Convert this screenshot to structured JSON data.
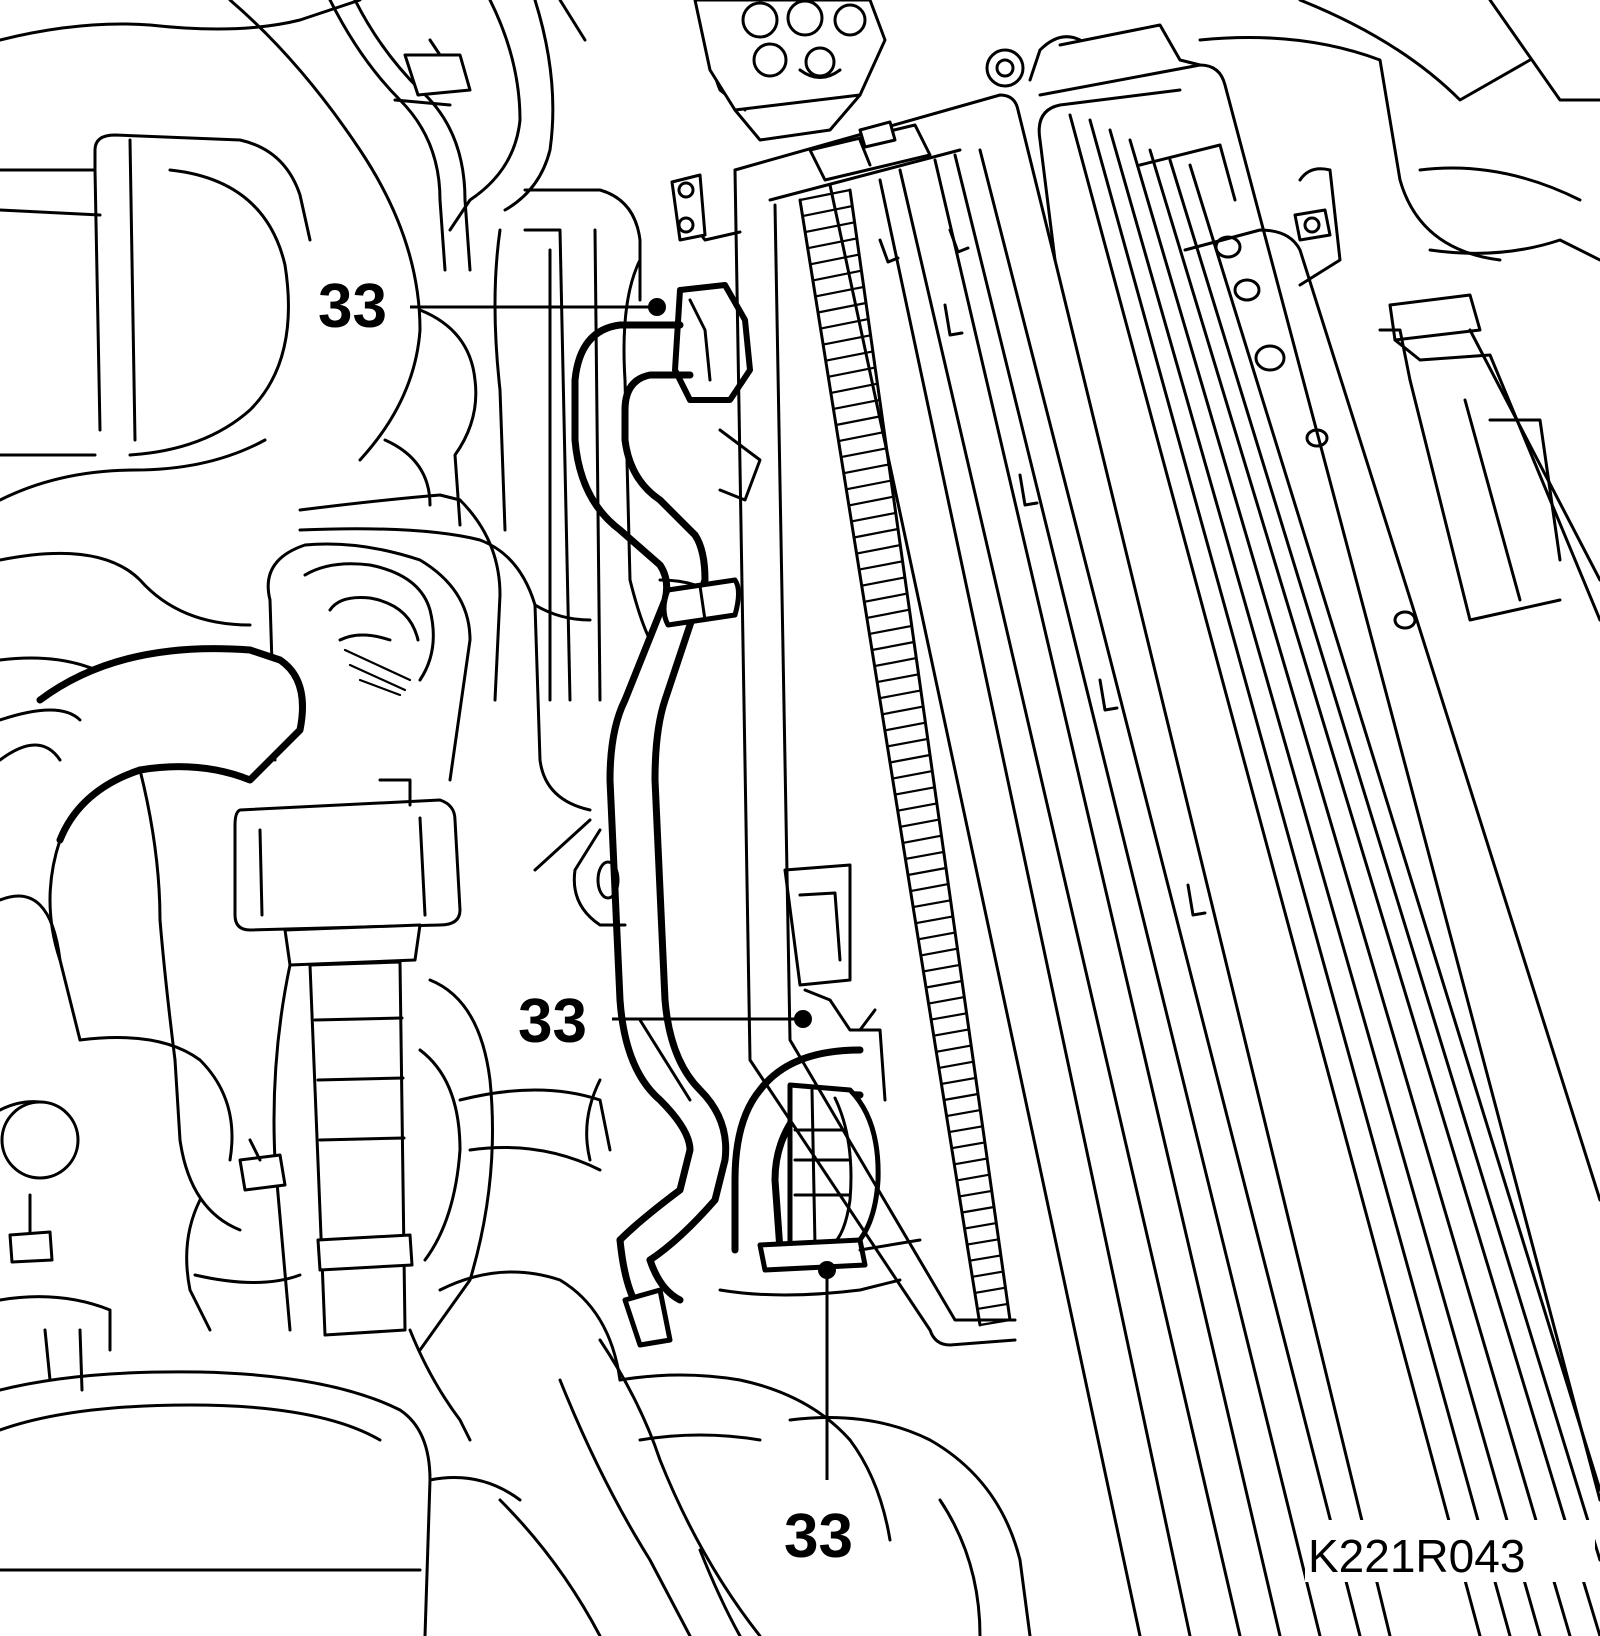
{
  "diagram": {
    "callouts": [
      {
        "id": "callout-upper",
        "label": "33"
      },
      {
        "id": "callout-middle",
        "label": "33"
      },
      {
        "id": "callout-lower",
        "label": "33"
      }
    ],
    "reference_code": "K221R043"
  }
}
